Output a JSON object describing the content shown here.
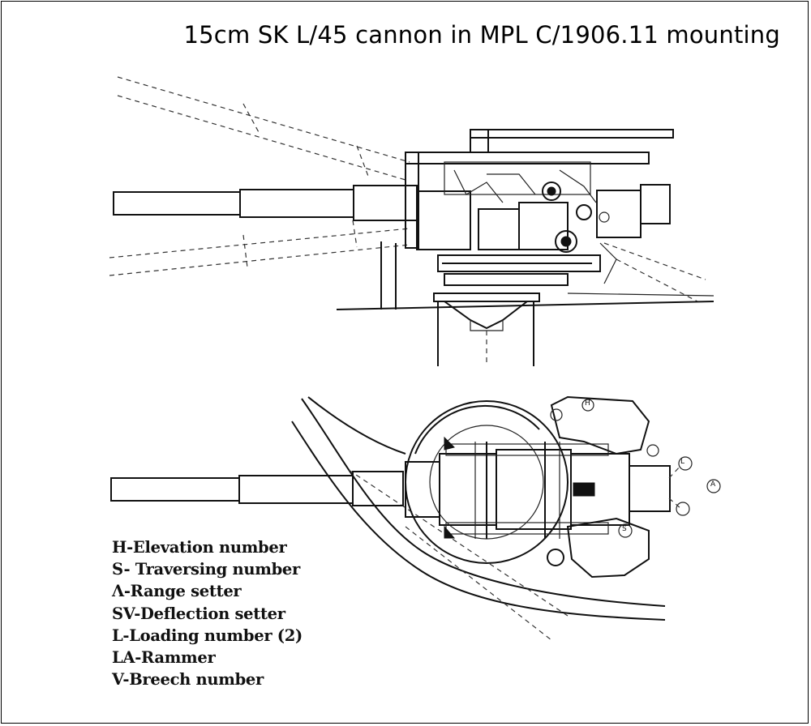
{
  "title": "15cm SK L/45 cannon in MPL C/1906.11 mounting",
  "legend": [
    "H-Elevation number",
    "S- Traversing number",
    "Λ-Range setter",
    "SV-Deflection setter",
    "L-Loading number (2)",
    "LA-Rammer",
    "V-Breech number"
  ],
  "callouts": {
    "h": "H",
    "s": "S",
    "a": "A",
    "l": "L"
  }
}
